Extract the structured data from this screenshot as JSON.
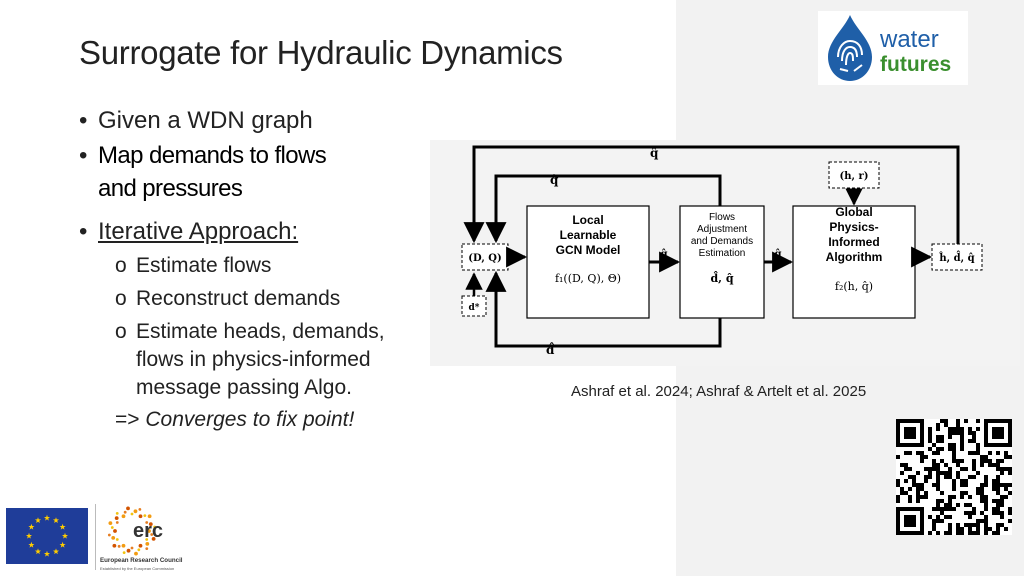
{
  "slide": {
    "title": "Surrogate for Hydraulic Dynamics",
    "bullets": [
      {
        "bullet": "•",
        "text": "Given a WDN graph"
      },
      {
        "bullet": "•",
        "line1": "Map demands to flows",
        "line2": "and pressures"
      },
      {
        "bullet": "•",
        "text": "Iterative Approach:"
      }
    ],
    "subbullets": [
      {
        "marker": "o",
        "text": "Estimate flows"
      },
      {
        "marker": "o",
        "text": "Reconstruct demands"
      },
      {
        "marker": "o",
        "lines": [
          "Estimate heads, demands,",
          "flows in physics-informed",
          "message passing Algo."
        ]
      }
    ],
    "conclusion": {
      "prefix": "=> ",
      "text": "Converges to fix point!"
    },
    "citation": "Ashraf et al. 2024; Ashraf & Artelt et al. 2025"
  },
  "diagram": {
    "input_label": "(D, Q)",
    "input_d_label": "d*",
    "top_label": "q̂",
    "inner_top_label": "q̂",
    "bottom_label": "d̂",
    "gcn": {
      "lines": [
        "Local",
        "Learnable",
        "GCN Model"
      ],
      "formula": "f₁((D, Q), Θ)"
    },
    "adjust": {
      "lines": [
        "Flows",
        "Adjustment",
        "and Demands",
        "Estimation"
      ],
      "formula": "d̂, q̂"
    },
    "global": {
      "lines": [
        "Global",
        "Physics-",
        "Informed",
        "Algorithm"
      ],
      "formula": "f₂(h, q̂)"
    },
    "hr_label": "(h, r)",
    "edge_q1": "q̂",
    "edge_q2": "q̂",
    "output_label": "ĥ, d̂, q̂"
  },
  "logos": {
    "water": {
      "line1": "water",
      "line2": "futures",
      "color_blue": "#1f5fa8",
      "color_green": "#3a8f2e"
    },
    "erc": {
      "letters": "erc",
      "name": "European Research Council",
      "tagline": "Established by the European Commission"
    }
  },
  "colors": {
    "text": "#222222",
    "panel": "#f2f2f2",
    "eu_blue": "#1f3d99",
    "eu_star": "#ffcc00"
  }
}
